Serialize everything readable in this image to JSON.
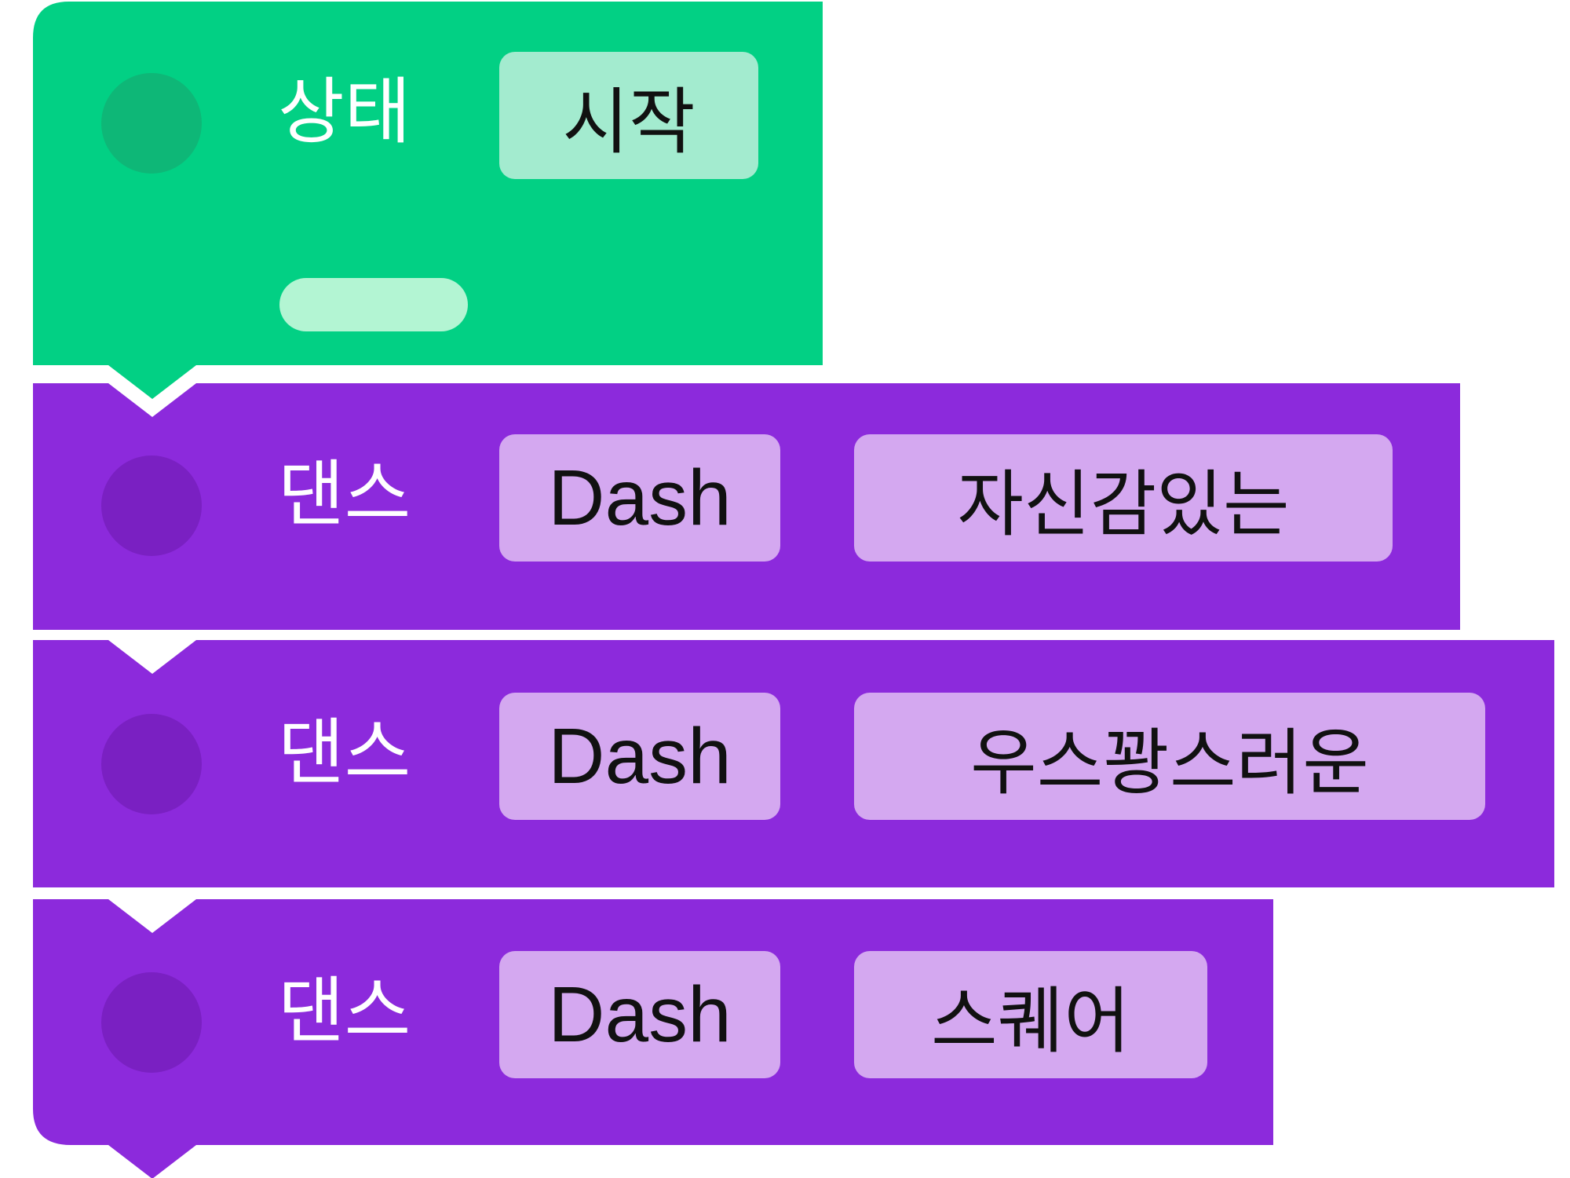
{
  "colors": {
    "event_block": "#02D084",
    "event_handle": "#0EB777",
    "event_chip": "#A3EBCF",
    "event_pill": "#B3F5D3",
    "dance_block": "#8C2ADC",
    "dance_handle": "#7A20C2",
    "dance_chip": "#D4A8F0",
    "label_text": "#FFFFFF",
    "chip_text": "#111111"
  },
  "event_block": {
    "label": "상태",
    "state_value": "시작",
    "handle_icon": "circle-handle-icon"
  },
  "dance_blocks": [
    {
      "label": "댄스",
      "robot": "Dash",
      "move": "자신감있는"
    },
    {
      "label": "댄스",
      "robot": "Dash",
      "move": "우스꽝스러운"
    },
    {
      "label": "댄스",
      "robot": "Dash",
      "move": "스퀘어"
    }
  ]
}
